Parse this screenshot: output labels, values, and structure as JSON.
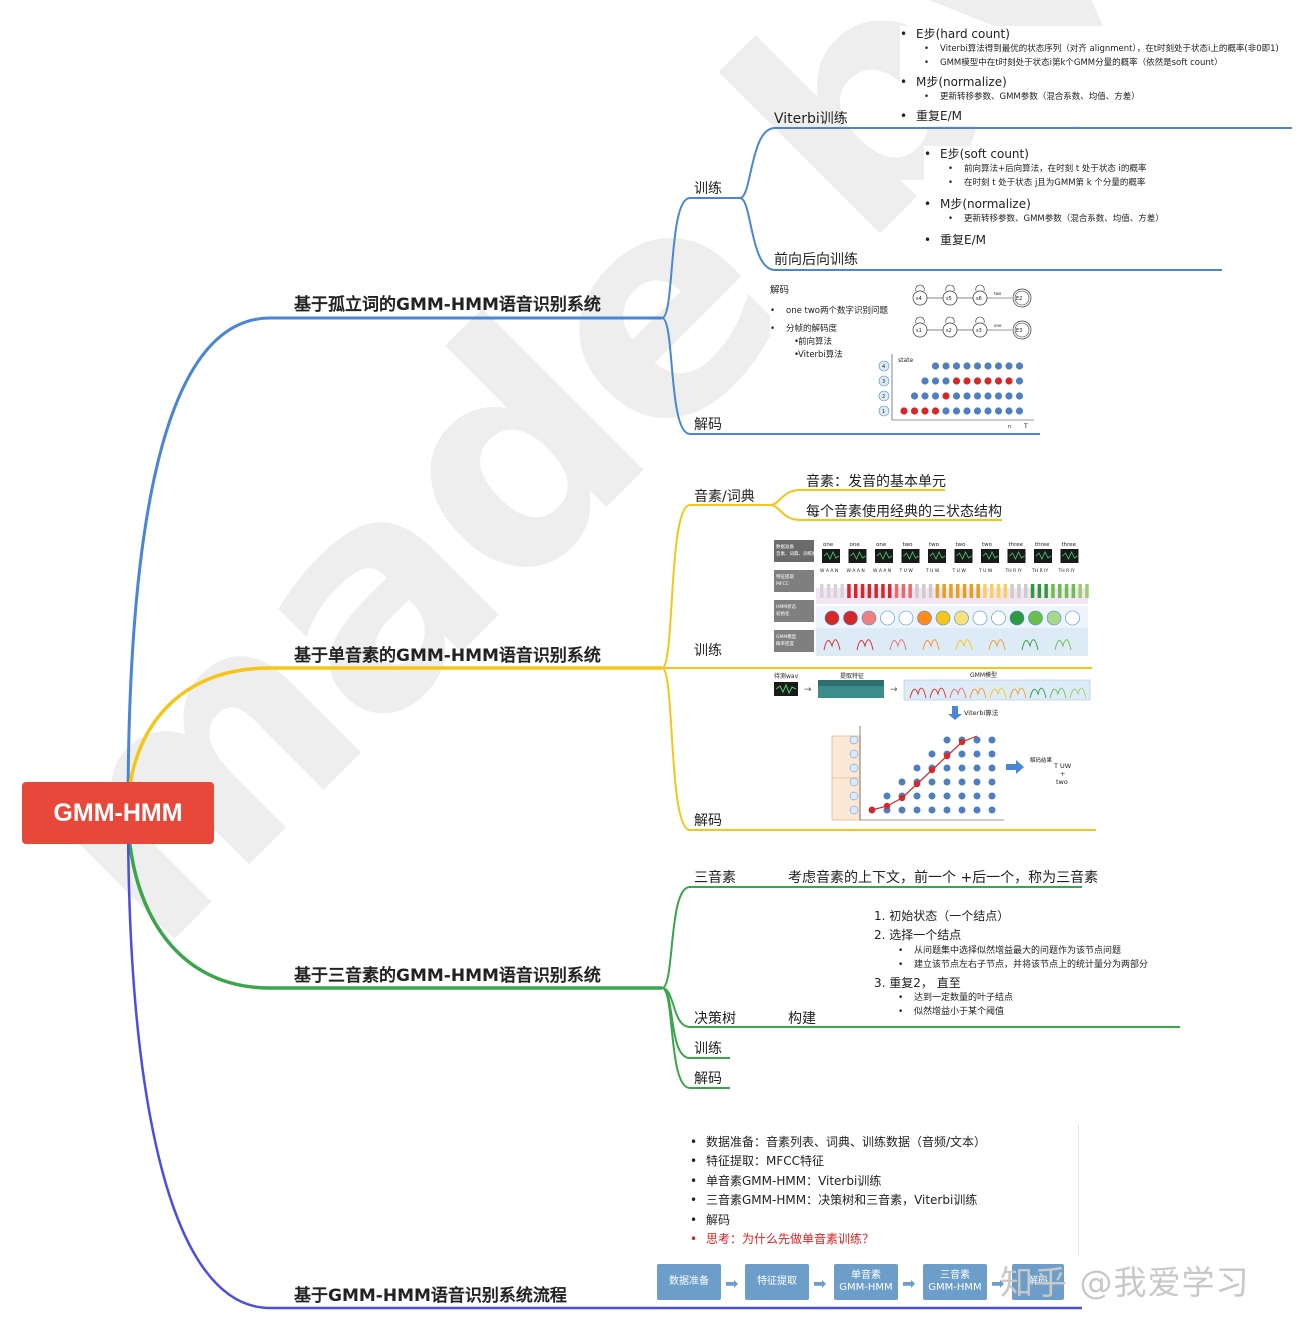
{
  "root": {
    "label": "GMM-HMM"
  },
  "branches": {
    "isolated": {
      "title": "基于孤立词的GMM-HMM语音识别系统",
      "train_label": "训练",
      "viterbi_label": "Viterbi训练",
      "viterbi_notes": {
        "e": "E步(hard count)",
        "e1": "Viterbi算法得到最优的状态序列（对齐 alignment），在t时刻处于状态i上的概率(非0即1)",
        "e2": "GMM模型中在t时刻处于状态i第k个GMM分量的概率（依然是soft count）",
        "m": "M步(normalize)",
        "m1": "更新转移参数、GMM参数（混合系数、均值、方差）",
        "r": "重复E/M"
      },
      "fb_label": "前向后向训练",
      "fb_notes": {
        "e": "E步(soft count)",
        "e1": "前向算法+后向算法，在时刻 t 处于状态 i的概率",
        "e2": "在时刻 t 处于状态 j且为GMM第 k 个分量的概率",
        "m": "M步(normalize)",
        "m1": "更新转移参数、GMM参数（混合系数、均值、方差）",
        "r": "重复E/M"
      },
      "decode_label": "解码",
      "decode_notes": {
        "title": "解码",
        "i1": "one two两个数字识别问题",
        "i2": "分帧的解码度",
        "i3": "前向算法",
        "i4": "Viterbi算法"
      },
      "decode_fig": {
        "state_label": "state",
        "t_label": "T",
        "n_label": "n",
        "end1": "E2",
        "end2": "E3",
        "arc1": "two",
        "arc2": "one",
        "nodes1": [
          "s4",
          "s5",
          "s6"
        ],
        "nodes2": [
          "s1",
          "s2",
          "s3"
        ],
        "rows": [
          "4",
          "3",
          "2",
          "1"
        ]
      }
    },
    "mono": {
      "title": "基于单音素的GMM-HMM语音识别系统",
      "lex_label": "音素/词典",
      "lex1": "音素：发音的基本单元",
      "lex2": "每个音素使用经典的三状态结构",
      "train_label": "训练",
      "train_fig": {
        "side": [
          "数据准备\n音素、词典、训练数据(音频/文本)",
          "特征提取\nMFCC",
          "HMM状态\n初始化",
          "GMM模型\n概率密度"
        ],
        "words": [
          "one",
          "one",
          "one",
          "two",
          "two",
          "two",
          "two",
          "three",
          "three",
          "three"
        ],
        "phones": [
          "W A A N",
          "W A A N",
          "W A A N",
          "T U W",
          "T U W",
          "T U W",
          "T U W",
          "TH R IY",
          "TH R IY",
          "TH R IY"
        ]
      },
      "decode_label": "解码",
      "decode_fig": {
        "input": "待测wav",
        "feat": "提取特征",
        "gmm": "GMM模型",
        "viterbi": "Viterbi算法",
        "result": "解码结果",
        "out1": "T UW",
        "out2": "+",
        "out3": "two"
      }
    },
    "tri": {
      "title": "基于三音素的GMM-HMM语音识别系统",
      "tri_label": "三音素",
      "tri_note": "考虑音素的上下文，前一个 +后一个，称为三音素",
      "dt_label": "决策树",
      "build_label": "构建",
      "build_notes": {
        "s1": "1.  初始状态（一个结点）",
        "s2": "2.  选择一个结点",
        "s2a": "从问题集中选择似然增益最大的问题作为该节点问题",
        "s2b": "建立该节点左右子节点，并将该节点上的统计量分为两部分",
        "s3": "3.  重复2， 直至",
        "s3a": "达到一定数量的叶子结点",
        "s3b": "似然增益小于某个阈值"
      },
      "train_label": "训练",
      "decode_label": "解码"
    },
    "flow": {
      "title": "基于GMM-HMM语音识别系统流程",
      "items": [
        "数据准备：音素列表、词典、训练数据（音频/文本）",
        "特征提取：MFCC特征",
        "单音素GMM-HMM：Viterbi训练",
        "三音素GMM-HMM：决策树和三音素，Viterbi训练",
        "解码"
      ],
      "question": "思考：为什么先做单音素训练？",
      "boxes": [
        "数据准备",
        "特征提取",
        "单音素\nGMM-HMM",
        "三音素\nGMM-HMM",
        "解码"
      ]
    }
  },
  "watermark": {
    "text": "made by zz",
    "credit": "知乎 @我爱学习"
  },
  "colors": {
    "root": "#e8483a",
    "blue": "#4a86d4",
    "yellow": "#f5c518",
    "green": "#3aa54a",
    "indigo": "#4b4ee0",
    "flowbox": "#6d9eca"
  }
}
